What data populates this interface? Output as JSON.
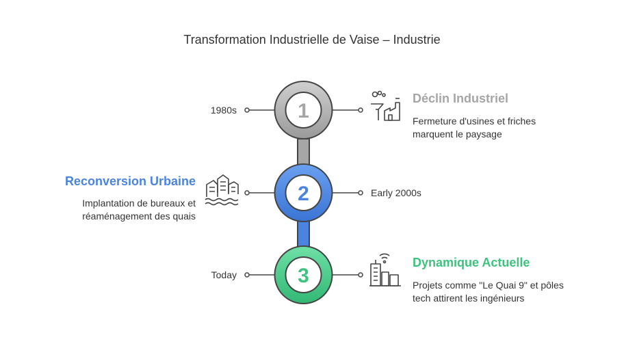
{
  "title": "Transformation Industrielle de Vaise – Industrie",
  "colors": {
    "gray": "#a6a6a6",
    "blue": "#4a84de",
    "green": "#3ec27f",
    "line": "#444444"
  },
  "steps": [
    {
      "number": "1",
      "date": "1980s",
      "heading": "Déclin Industriel",
      "description_line1": "Fermeture d'usines et friches",
      "description_line2": "marquent le paysage",
      "icon": "factory-icon"
    },
    {
      "number": "2",
      "date": "Early 2000s",
      "heading": "Reconversion Urbaine",
      "description_line1": "Implantation de bureaux et",
      "description_line2": "réaménagement des quais",
      "icon": "buildings-water-icon"
    },
    {
      "number": "3",
      "date": "Today",
      "heading": "Dynamique Actuelle",
      "description_line1": "Projets comme \"Le Quai 9\" et pôles",
      "description_line2": "tech attirent les ingénieurs",
      "icon": "smart-city-icon"
    }
  ]
}
